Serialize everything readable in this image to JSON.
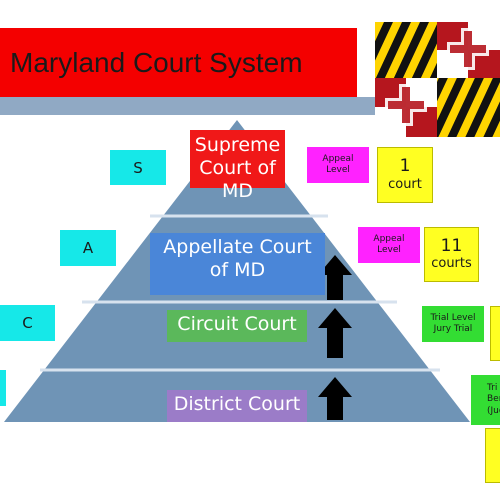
{
  "header": {
    "title": "Maryland Court System"
  },
  "levels": {
    "supreme": {
      "letter": "S",
      "line1": "Supreme",
      "line2": "Court of MD",
      "tag_line1": "Appeal",
      "tag_line2": "Level",
      "count_num": "1",
      "count_unit": "court"
    },
    "appellate": {
      "letter": "A",
      "line1": "Appellate Court",
      "line2": "of MD",
      "tag_line1": "Appeal",
      "tag_line2": "Level",
      "count_num": "11",
      "count_unit": "courts"
    },
    "circuit": {
      "letter": "C",
      "label": "Circuit Court",
      "tag_line1": "Trial Level",
      "tag_line2": "Jury Trial"
    },
    "district": {
      "label": "District Court",
      "tag_line1": "Tri",
      "tag_line2": "Ben",
      "tag_line3": "(Jud"
    }
  },
  "colors": {
    "banner": "#f40000",
    "pyramid": "#6f94b6",
    "supreme": "#f01818",
    "appellate": "#4a86d8",
    "circuit": "#5bb85b",
    "district": "#9b7cc8",
    "letter_box": "#16e8e8",
    "appeal_tag": "#ff22ff",
    "trial_tag": "#33dd33",
    "count_box": "#ffff22"
  }
}
